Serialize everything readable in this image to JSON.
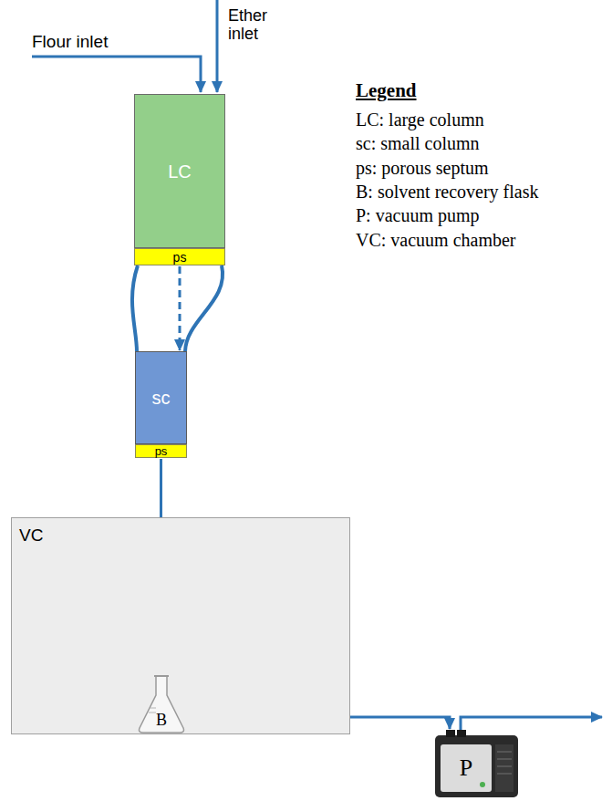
{
  "diagram": {
    "nodes": [
      {
        "text": [
          "LC"
        ]
      },
      {
        "text": [
          "ps"
        ]
      },
      {
        "text": [
          "sc"
        ]
      },
      {
        "text": [
          "ps"
        ]
      },
      {
        "text": [
          "VC"
        ]
      },
      {
        "text": [
          "B"
        ],
        "in": 4
      },
      {
        "text": [
          "P"
        ]
      }
    ],
    "edges": [
      {
        "from": 1,
        "to": 2,
        "arrow": "to"
      },
      {
        "from": 3,
        "to": 5,
        "arrow": "to"
      },
      {
        "from": 5,
        "to": 6,
        "arrow": "to"
      }
    ],
    "labels": [
      "Flour inlet",
      "Ether inlet",
      "Legend"
    ],
    "legend": [
      {
        "text": "LC: large column"
      },
      {
        "text": "sc: small column"
      },
      {
        "text": "ps: porous septum"
      },
      {
        "text": "B: solvent recovery flask"
      },
      {
        "text": "P: vacuum pump"
      },
      {
        "text": "VC: vacuum chamber"
      }
    ]
  }
}
